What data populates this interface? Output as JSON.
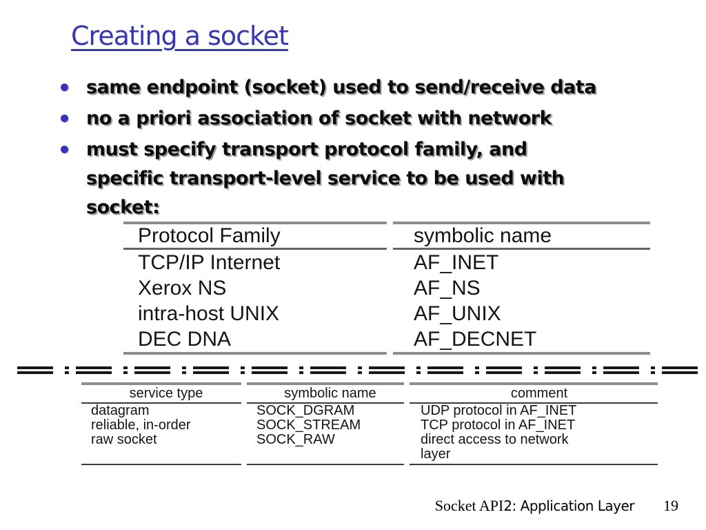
{
  "slide": {
    "title": "Creating a socket",
    "bullets": [
      "same endpoint (socket) used to send/receive data",
      "no a priori association of socket with network",
      "must specify transport protocol family, and\nspecific transport-level service to be used with\nsocket:"
    ],
    "protocol_table": {
      "headers": [
        "Protocol Family",
        "symbolic name"
      ],
      "rows": [
        [
          "TCP/IP Internet",
          "AF_INET"
        ],
        [
          "Xerox NS",
          "AF_NS"
        ],
        [
          "intra-host UNIX",
          "AF_UNIX"
        ],
        [
          "DEC DNA",
          "AF_DECNET"
        ]
      ]
    },
    "service_table": {
      "headers": [
        "service type",
        "symbolic name",
        "comment"
      ],
      "rows": [
        [
          "datagram",
          "SOCK_DGRAM",
          "UDP protocol in AF_INET"
        ],
        [
          "reliable, in-order",
          "SOCK_STREAM",
          "TCP protocol in AF_INET"
        ],
        [
          "raw socket",
          "SOCK_RAW",
          "direct access to network\nlayer"
        ]
      ]
    },
    "footer": {
      "course": "Socket API",
      "chapter": "2: Application Layer",
      "page": "19"
    }
  },
  "colors": {
    "title_blue": "#3434c2",
    "bullet_blue": "#3434c2",
    "border_gray": "#8d8d8d",
    "border_dark": "#3a3a3a",
    "divider_dark": "#181818"
  }
}
